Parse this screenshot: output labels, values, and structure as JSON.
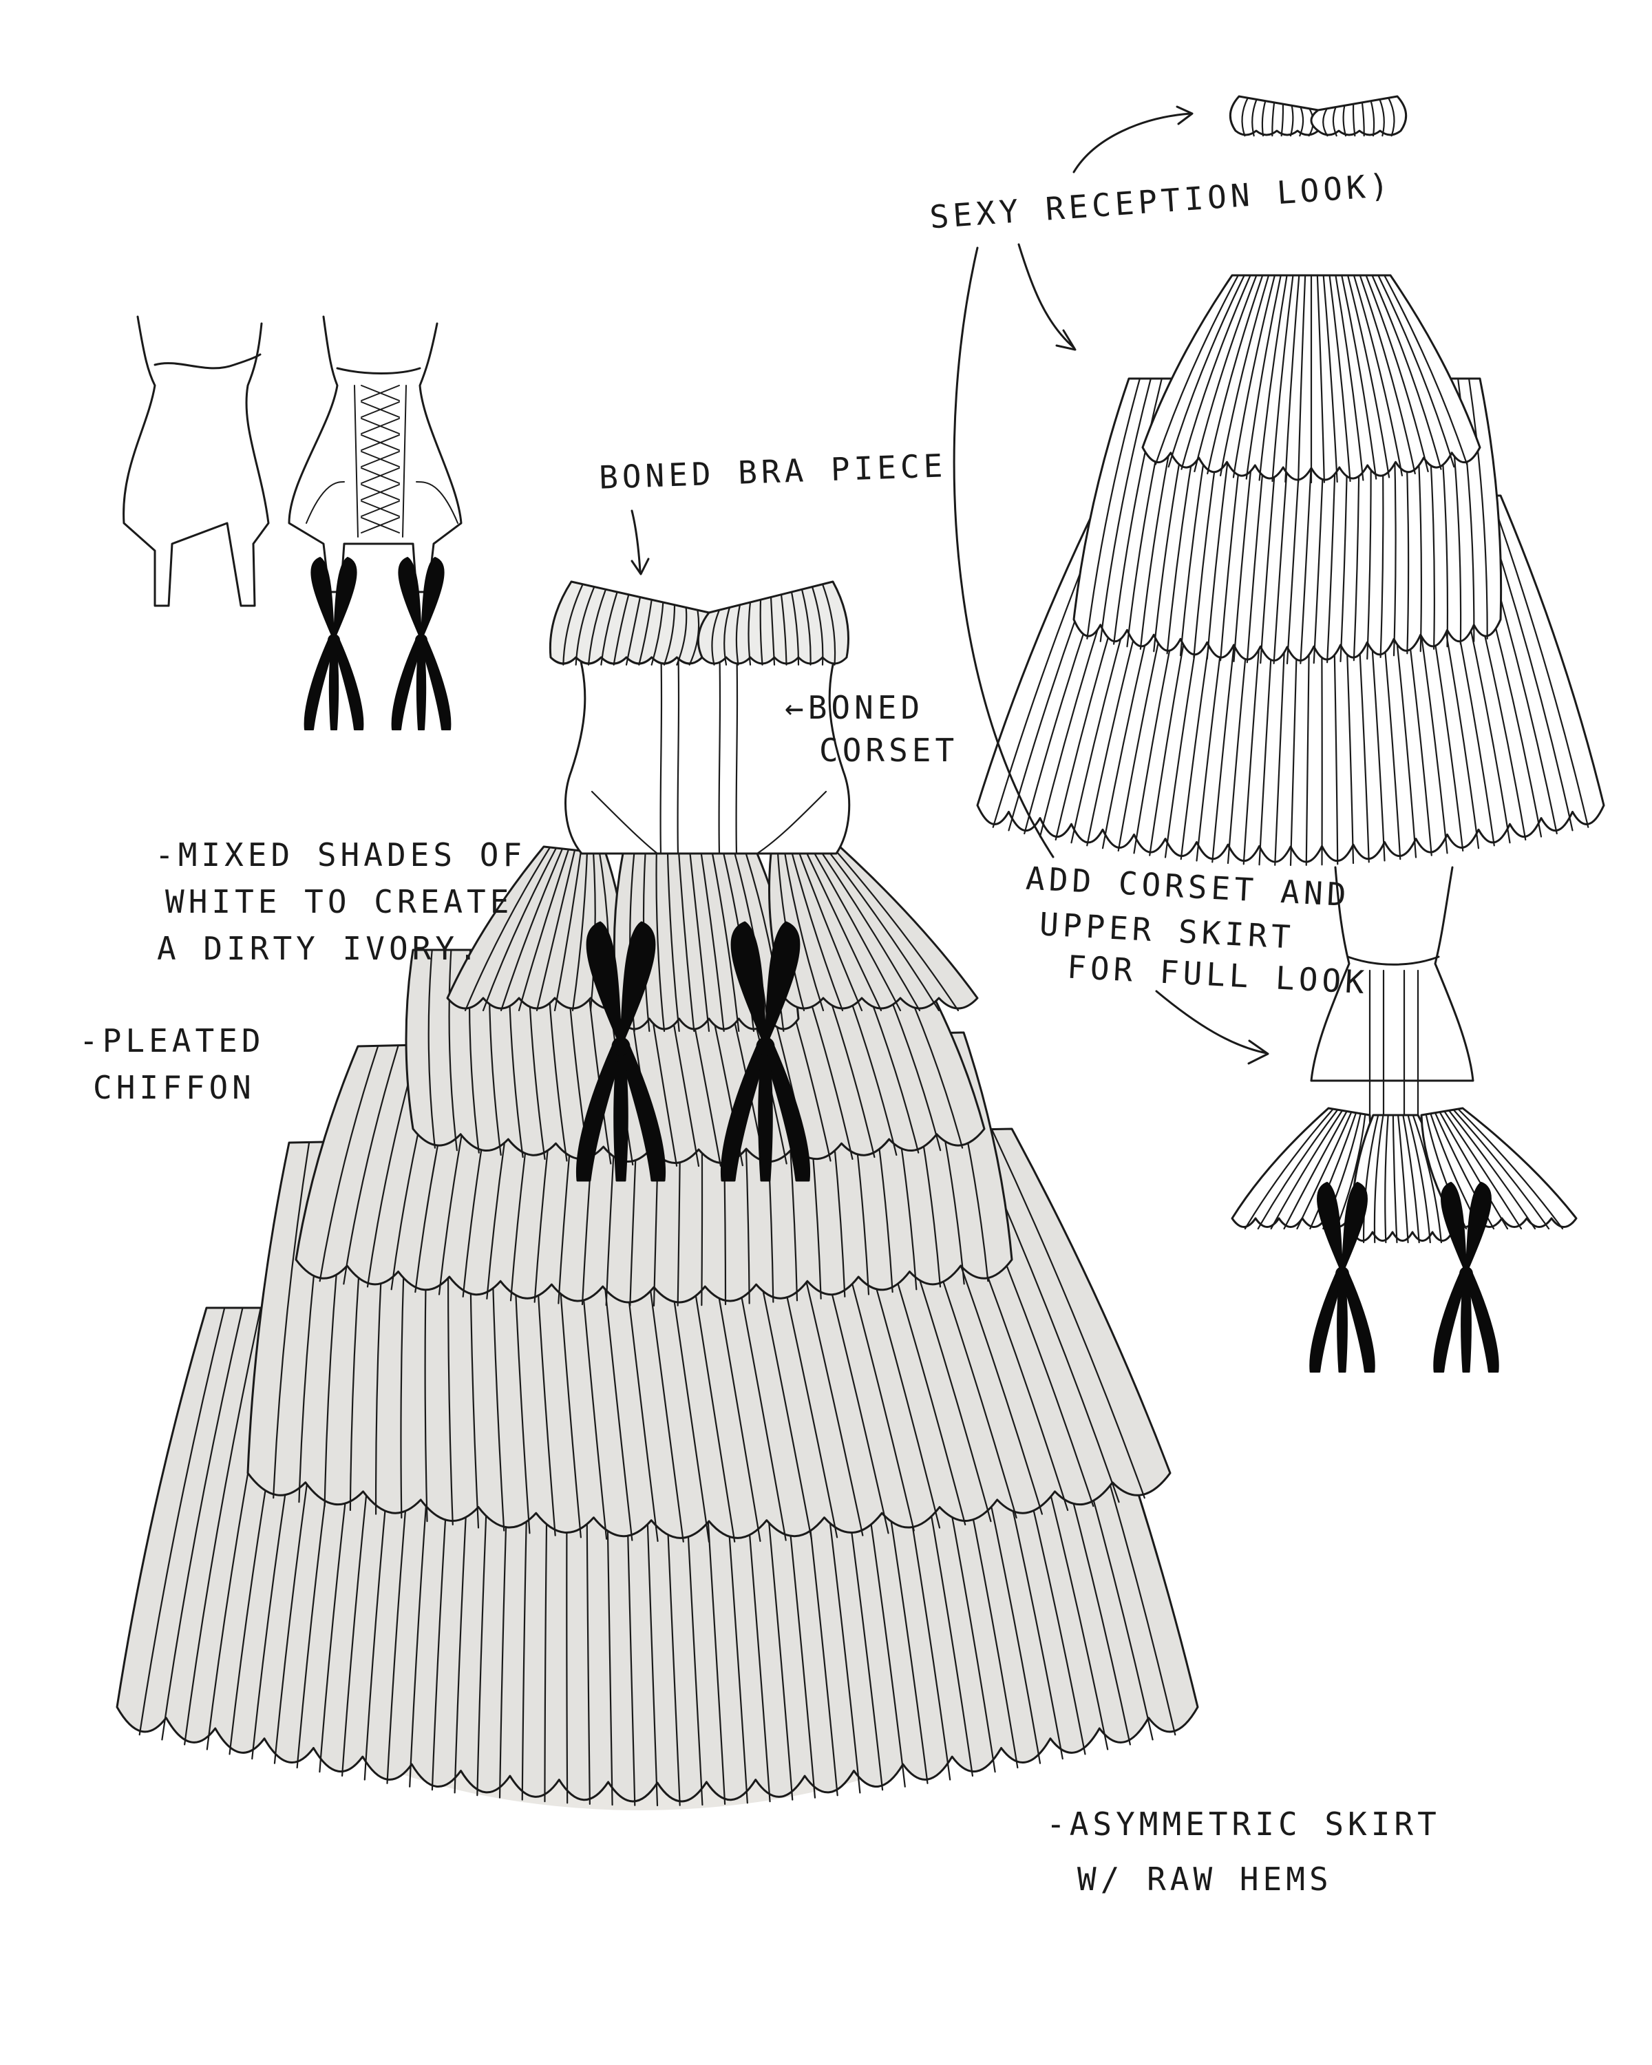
{
  "annotations": {
    "sexy_reception_look": "SEXY RECEPTION LOOK)",
    "boned_bra_piece": "BONED BRA PIECE",
    "boned_corset_line1": "←BONED",
    "boned_corset_line2": "CORSET",
    "mixed_shades_line1": "-MIXED SHADES OF",
    "mixed_shades_line2": "WHITE TO CREATE",
    "mixed_shades_line3": "A DIRTY IVORY.",
    "pleated_chiffon_line1": "-PLEATED",
    "pleated_chiffon_line2": "CHIFFON",
    "add_corset_line1": "ADD CORSET AND",
    "add_corset_line2": "UPPER SKIRT",
    "add_corset_line3": "FOR FULL LOOK",
    "asymmetric_line1": "-ASYMMETRIC SKIRT",
    "asymmetric_line2": "W/ RAW HEMS"
  },
  "colors": {
    "ink": "#1a1a1a",
    "gown_fill": "#e3e2df",
    "gown_shadow": "#cfcac0",
    "bow": "#0a0a0a",
    "paper": "#ffffff"
  }
}
